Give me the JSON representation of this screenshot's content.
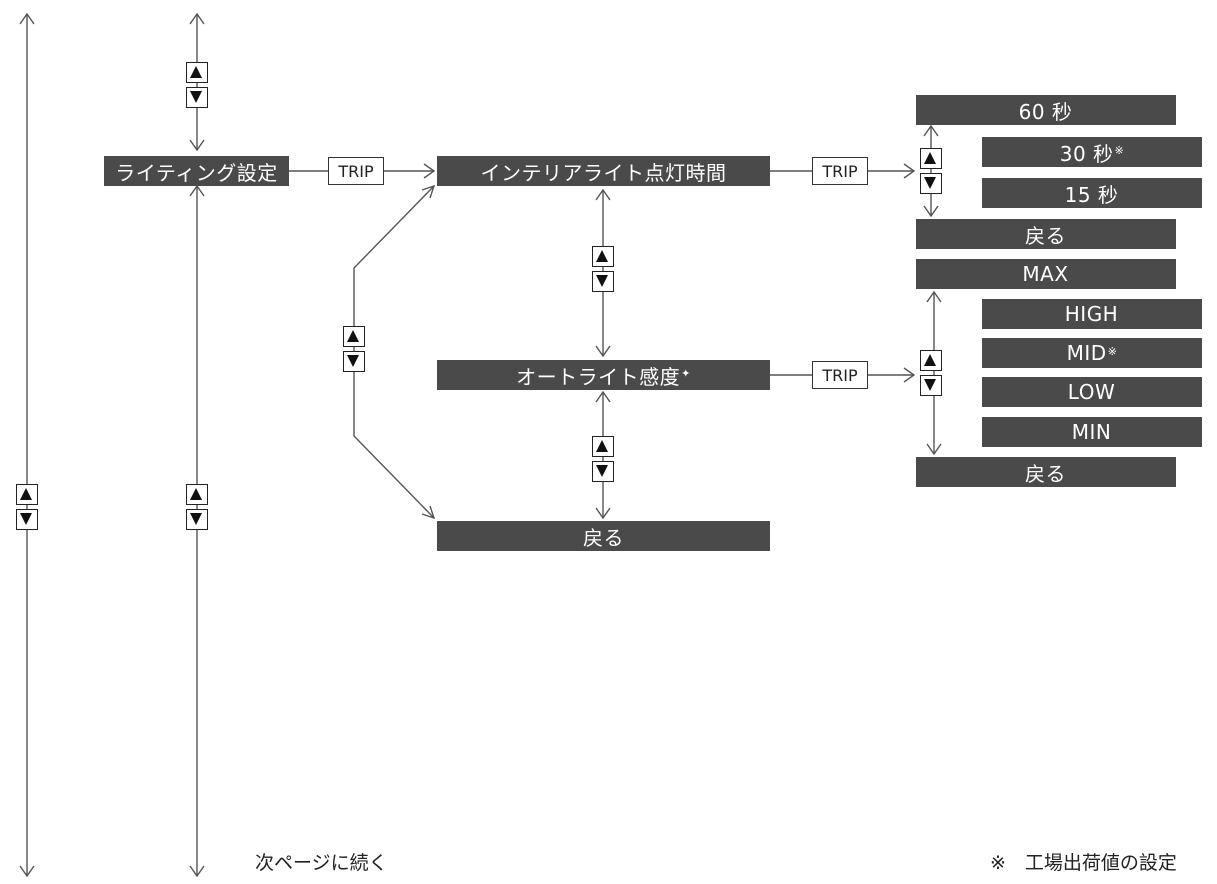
{
  "nodes": {
    "lighting_setting": "ライティング設定",
    "interior_light_time": "インテリアライト点灯時間",
    "auto_light_sensitivity": "オートライト感度",
    "auto_light_mark": "✦",
    "back_main": "戻る"
  },
  "trip_label": "TRIP",
  "time_options": [
    {
      "label": "60 秒",
      "mark": ""
    },
    {
      "label": "30 秒",
      "mark": "※"
    },
    {
      "label": "15 秒",
      "mark": ""
    },
    {
      "label": "戻る",
      "mark": ""
    }
  ],
  "sensitivity_options": [
    {
      "label": "MAX",
      "mark": ""
    },
    {
      "label": "HIGH",
      "mark": ""
    },
    {
      "label": "MID",
      "mark": "※"
    },
    {
      "label": "LOW",
      "mark": ""
    },
    {
      "label": "MIN",
      "mark": ""
    },
    {
      "label": "戻る",
      "mark": ""
    }
  ],
  "footer": {
    "continue": "次ページに続く",
    "factory_default": "※　工場出荷値の設定"
  }
}
